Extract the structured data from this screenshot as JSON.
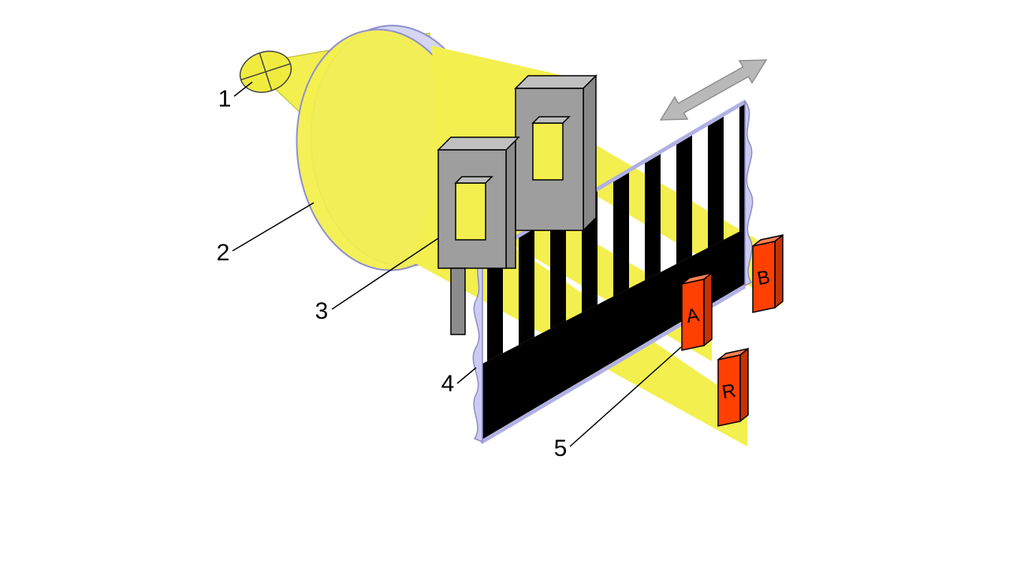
{
  "diagram": {
    "type": "optical-encoder-schematic",
    "background": "#ffffff",
    "labels": [
      {
        "text": "1",
        "target": "light-source"
      },
      {
        "text": "2",
        "target": "lens"
      },
      {
        "text": "3",
        "target": "mask"
      },
      {
        "text": "4",
        "target": "code-strip"
      },
      {
        "text": "5",
        "target": "photodetector"
      }
    ],
    "detectors": [
      {
        "label": "A"
      },
      {
        "label": "B"
      },
      {
        "label": "R"
      }
    ],
    "colors": {
      "light_yellow": "#F3EF4E",
      "lens_lavender": "#D6D6F2",
      "mask_gray": "#9E9E9E",
      "detector_orange": "#FF4000",
      "strip_black": "#000000",
      "arrow_gray": "#B9B9B9"
    }
  }
}
